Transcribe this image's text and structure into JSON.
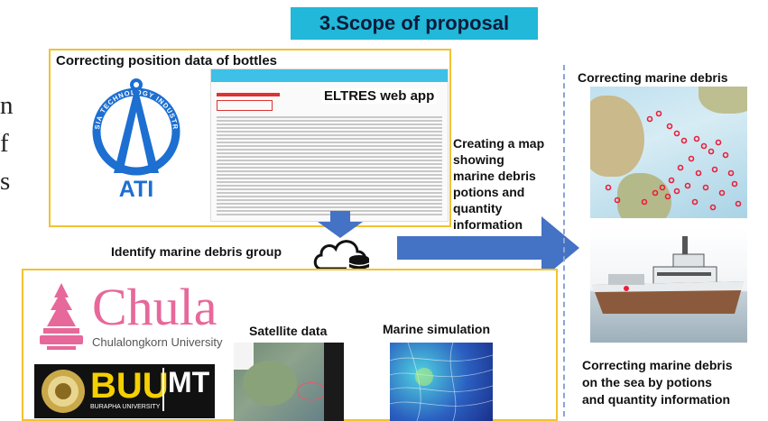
{
  "title": "3.Scope of proposal",
  "cut_text": [
    "n",
    "f",
    "s"
  ],
  "top_box": {
    "label": "Correcting position data of bottles",
    "logo_text": "ATI",
    "logo_ring_text": "ASIA TECHNOLOGY INDUSTRY",
    "web_app_label": "ELTRES web app"
  },
  "cloud_label": "Identify marine debris group",
  "arrow_text": [
    "Creating a map",
    "showing",
    "marine debris",
    "potions and",
    "quantity",
    "information"
  ],
  "right_panel": {
    "top_label": "Correcting marine debris",
    "bottom_label": [
      "Correcting marine debris",
      "on the sea by potions",
      "and quantity information"
    ]
  },
  "bottom_box": {
    "chula_name": "Chula",
    "chula_sub": "Chulalongkorn University",
    "buu_letters": "BUU",
    "mt_letters": "MT",
    "buu_sub": "BURAPHA UNIVERSITY",
    "satellite_label": "Satellite data",
    "simulation_label": "Marine simulation"
  },
  "colors": {
    "title_bg": "#21b8d9",
    "box_border": "#f2c230",
    "arrow": "#4472c4",
    "chula_pink": "#e7689a",
    "ati_blue": "#1d6fd1",
    "debris_red": "#e8203a"
  }
}
